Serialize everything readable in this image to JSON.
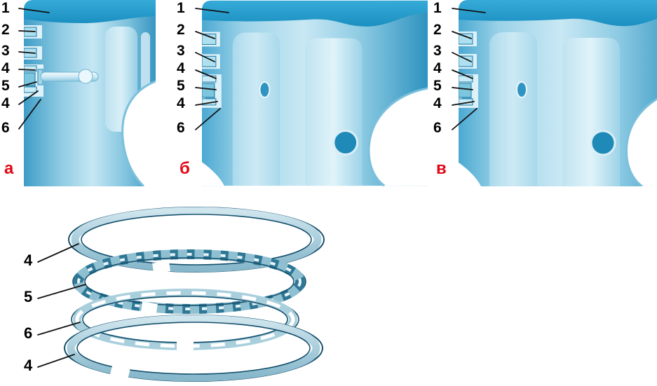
{
  "figure": {
    "panels": [
      {
        "letter": "а",
        "callouts": [
          "1",
          "2",
          "3",
          "4",
          "5",
          "4",
          "6"
        ]
      },
      {
        "letter": "б",
        "callouts": [
          "1",
          "2",
          "3",
          "4",
          "5",
          "4",
          "6"
        ]
      },
      {
        "letter": "в",
        "callouts": [
          "1",
          "2",
          "3",
          "4",
          "5",
          "4",
          "6"
        ]
      }
    ],
    "exploded_view": {
      "callouts": [
        "4",
        "5",
        "6",
        "4"
      ]
    },
    "colors": {
      "label_red": "#e30613",
      "callout_black": "#000000",
      "piston_dark_blue": "#1b8fc0",
      "piston_mid_blue": "#4aa8d0",
      "piston_light_blue": "#cdeaf5",
      "ring_cyan": "#aee0ef",
      "outline_blue": "#1d79a8",
      "ring_metal_blue": "#a9cfdd",
      "background": "#ffffff"
    }
  }
}
